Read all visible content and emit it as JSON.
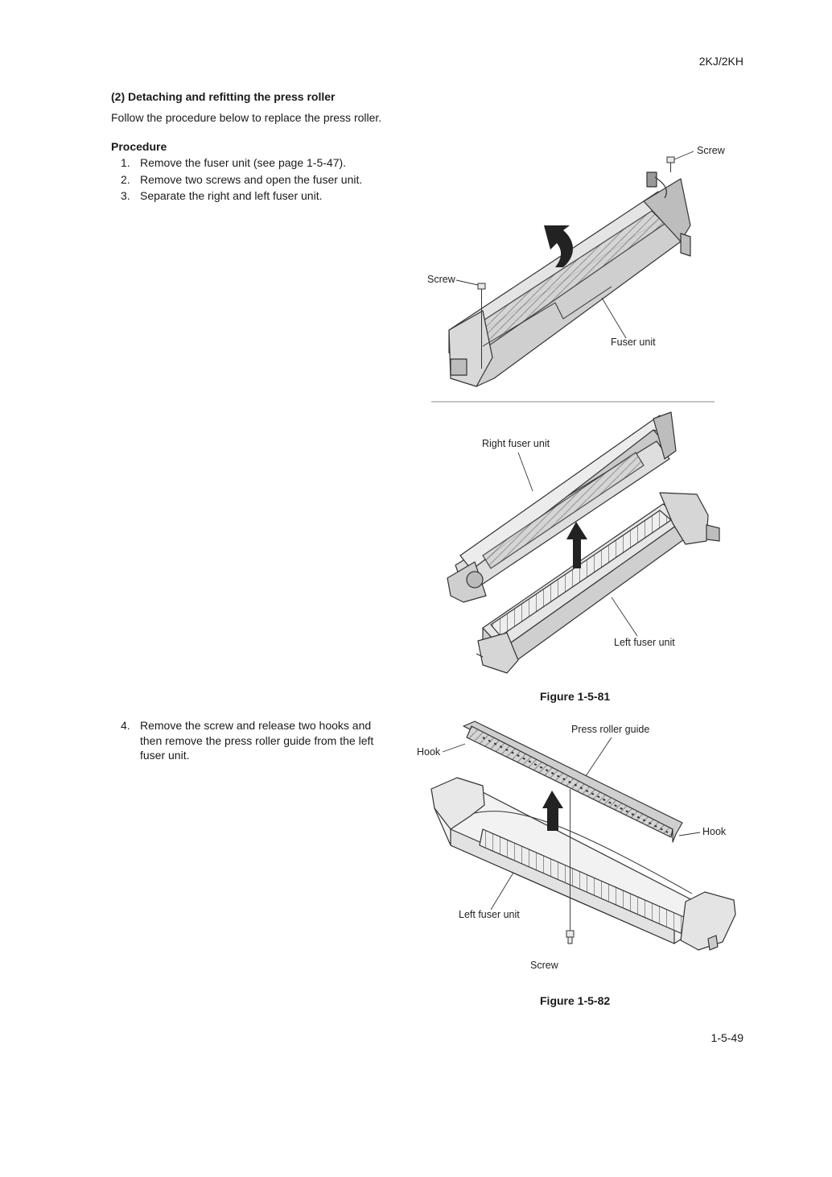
{
  "header": {
    "model": "2KJ/2KH"
  },
  "section": {
    "title": "(2) Detaching and refitting the press roller",
    "intro": "Follow the procedure below to replace the press roller.",
    "procedure_heading": "Procedure",
    "steps": [
      {
        "num": "1.",
        "text": "Remove the fuser unit (see page 1-5-47)."
      },
      {
        "num": "2.",
        "text": "Remove two screws and open the fuser unit."
      },
      {
        "num": "3.",
        "text": "Separate the right and left fuser unit."
      },
      {
        "num": "4.",
        "text": "Remove the screw and release two hooks and then remove the press roller guide from the left fuser unit."
      }
    ]
  },
  "figure81": {
    "caption": "Figure 1-5-81",
    "labels": {
      "screw_top": "Screw",
      "screw_left": "Screw",
      "fuser_unit": "Fuser unit",
      "right_fuser_unit": "Right fuser unit",
      "left_fuser_unit": "Left fuser unit"
    }
  },
  "figure82": {
    "caption": "Figure 1-5-82",
    "labels": {
      "press_roller_guide": "Press roller guide",
      "hook_left": "Hook",
      "hook_right": "Hook",
      "left_fuser_unit": "Left fuser unit",
      "screw": "Screw"
    }
  },
  "footer": {
    "page_number": "1-5-49"
  }
}
